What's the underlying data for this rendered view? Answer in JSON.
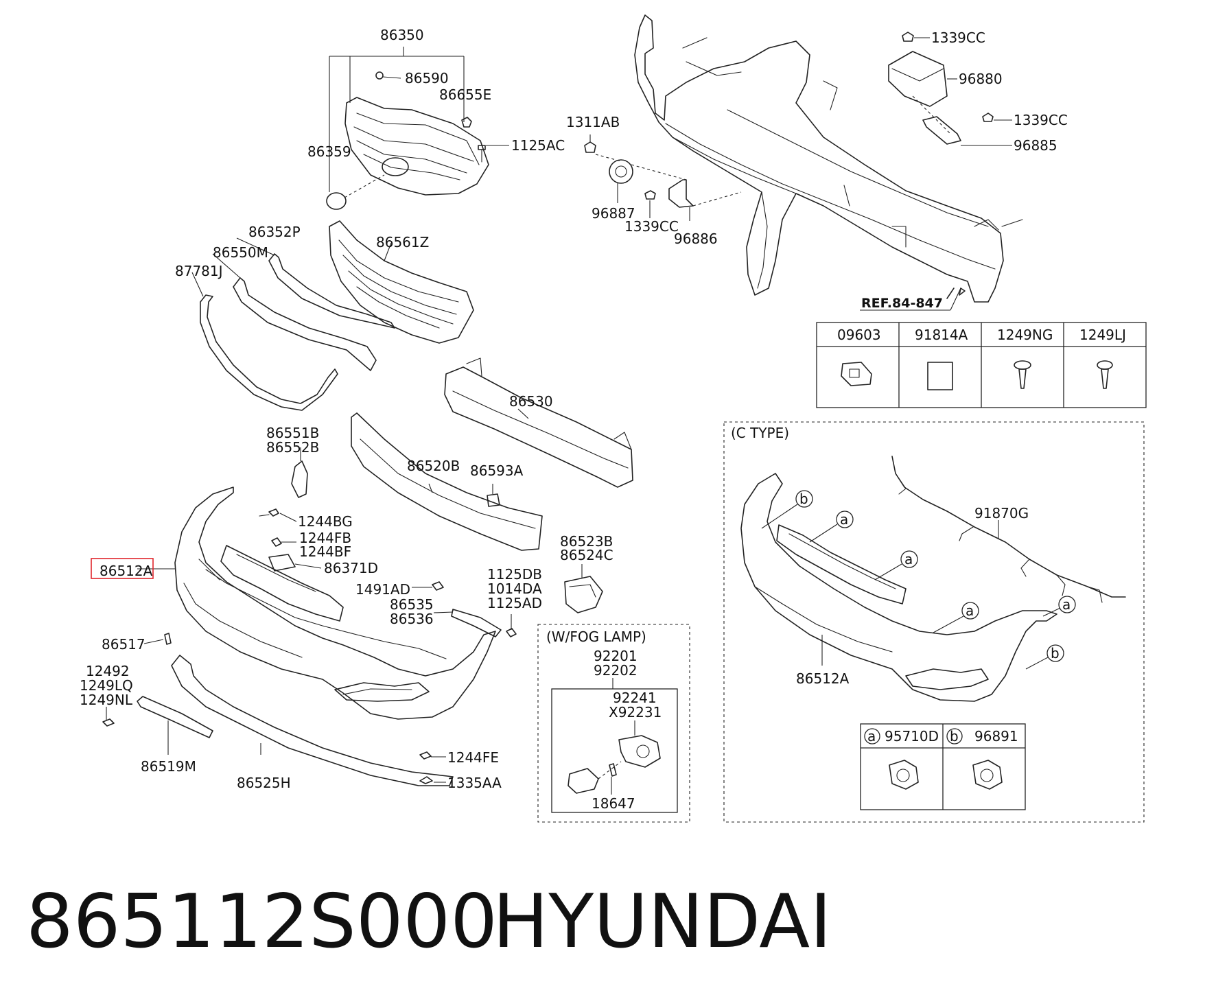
{
  "labels": {
    "p86350": "86350",
    "p86590": "86590",
    "p86655E": "86655E",
    "p1125AC": "1125AC",
    "p86359": "86359",
    "p86352P": "86352P",
    "p86550M": "86550M",
    "p87781J": "87781J",
    "p86561Z": "86561Z",
    "p1311AB": "1311AB",
    "p96887": "96887",
    "p1339CC_a": "1339CC",
    "p96886": "96886",
    "p1339CC_b": "1339CC",
    "p96880": "96880",
    "p1339CC_c": "1339CC",
    "p96885": "96885",
    "p86530": "86530",
    "p86520B": "86520B",
    "p86593A": "86593A",
    "p86551B": "86551B",
    "p86552B": "86552B",
    "p1244BG": "1244BG",
    "p1244FB": "1244FB",
    "p1244BF": "1244BF",
    "p86371D": "86371D",
    "p86512A": "86512A",
    "p1491AD": "1491AD",
    "p86535": "86535",
    "p86536": "86536",
    "p1125DB": "1125DB",
    "p1014DA": "1014DA",
    "p1125AD": "1125AD",
    "p86523B": "86523B",
    "p86524C": "86524C",
    "p86517": "86517",
    "p12492": "12492",
    "p1249LQ": "1249LQ",
    "p1249NL": "1249NL",
    "p86519M": "86519M",
    "p86525H": "86525H",
    "p1244FE": "1244FE",
    "p1335AA": "1335AA",
    "ref": "REF.84-847"
  },
  "parts_table": {
    "headers": [
      "09603",
      "91814A",
      "1249NG",
      "1249LJ"
    ]
  },
  "fog_lamp_box": {
    "title": "(W/FOG LAMP)",
    "p92201": "92201",
    "p92202": "92202",
    "p92241": "92241",
    "pX92231": "X92231",
    "p18647": "18647"
  },
  "c_type_box": {
    "title": "(C TYPE)",
    "p91870G": "91870G",
    "p86512A": "86512A",
    "marker_a": "a",
    "marker_b": "b",
    "legend_a_code": "95710D",
    "legend_b_code": "96891"
  },
  "footer": {
    "part_number": "865112S000",
    "brand": "HYUNDAI"
  },
  "colors": {
    "line": "#222222",
    "highlight": "#e0252b",
    "background": "#ffffff"
  },
  "highlighted_part": "86512A"
}
